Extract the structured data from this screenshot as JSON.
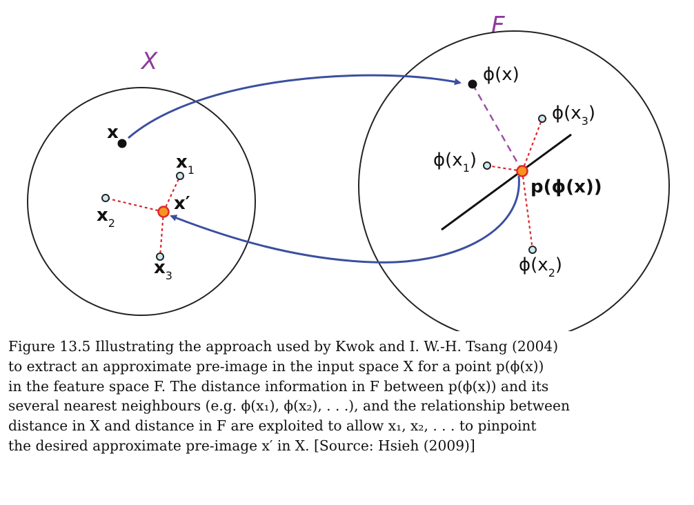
{
  "diagram": {
    "input_space_label": "X",
    "feature_space_label": "F",
    "input_space": {
      "x_label": "x",
      "x1_label": "x",
      "x1_sub": "1",
      "x2_label": "x",
      "x2_sub": "2",
      "x3_label": "x",
      "x3_sub": "3",
      "xprime_label": "x′"
    },
    "feature_space": {
      "phi_x_label": "ϕ(x)",
      "phi_x1_prefix": "ϕ(x",
      "phi_x1_sub": "1",
      "phi_x2_prefix": "ϕ(x",
      "phi_x2_sub": "2",
      "phi_x3_prefix": "ϕ(x",
      "phi_x3_sub": "3",
      "closing_paren": ")",
      "p_label": "p(ϕ(x))"
    },
    "colors": {
      "arrow": "#3a4fa0",
      "dashed_red": "#d9262b",
      "dashed_purple": "#9b4fa8",
      "neighbour_fill": "#cfe7f2",
      "highlight_fill": "#f7941d",
      "highlight_stroke": "#e0262b"
    }
  },
  "caption": {
    "lines": [
      "Figure 13.5 Illustrating the approach used by Kwok and I. W.-H. Tsang (2004)",
      "to extract an approximate pre-image in the input space X for a point p(ϕ(x))",
      "in the feature space F. The distance information in F between p(ϕ(x)) and its",
      "several nearest neighbours (e.g. ϕ(x₁), ϕ(x₂), . . .), and the relationship between",
      "distance in X and distance in F are exploited to allow x₁, x₂, . . . to pinpoint",
      "the desired approximate pre-image x′ in X. [Source: Hsieh (2009)]"
    ]
  }
}
